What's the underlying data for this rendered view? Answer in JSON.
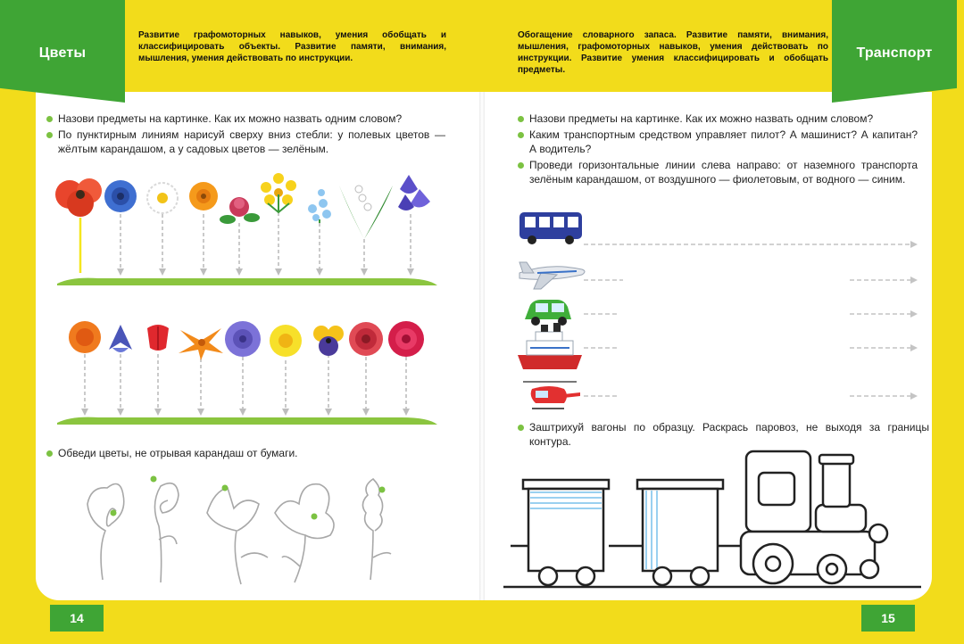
{
  "left_page": {
    "title": "Цветы",
    "goals": "Развитие графомоторных навыков, умения обобщать и классифицировать объекты. Развитие памяти, внимания, мышления, умения действовать по инструкции.",
    "tasks": [
      "Назови предметы на картинке. Как их можно назвать одним словом?",
      "По пунктирным линиям нарисуй сверху вниз стебли: у полевых цветов — жёлтым карандашом, а у садовых цветов — зелёным."
    ],
    "trace_task": "Обведи цветы, не отрывая карандаш от бумаги.",
    "page_number": "14"
  },
  "right_page": {
    "title": "Транспорт",
    "goals": "Обогащение словарного запаса. Развитие памяти, внимания, мышления, графомоторных навыков, умения действовать по инструкции. Развитие умения классифицировать и обобщать предметы.",
    "tasks": [
      "Назови предметы на картинке. Как их можно назвать одним словом?",
      "Каким транспортным средством управляет пилот? А машинист? А капитан? А водитель?",
      "Проведи горизонтальные линии слева направо: от наземного транспорта зелёным карандашом, от воздушного — фиолетовым, от водного — синим."
    ],
    "train_task": "Заштрихуй вагоны по образцу. Раскрась паровоз, не выходя за границы контура.",
    "page_number": "15"
  },
  "colors": {
    "background": "#f2dc1b",
    "green": "#3fa535",
    "bullet": "#7cc242",
    "yellow_stem": "#f5e61d",
    "dashed": "#bdbdbd",
    "hatch_blue": "#9ad0f0"
  },
  "illustrations": {
    "wild_flowers": [
      "poppy",
      "cornflower",
      "chamomile",
      "calendula",
      "clover",
      "st-johns-wort",
      "forget-me-not",
      "lily-of-the-valley",
      "bellflower"
    ],
    "garden_flowers": [
      "aster",
      "iris",
      "tulip",
      "lily",
      "chrysanthemum",
      "daffodil",
      "pansy",
      "rose",
      "peony"
    ],
    "vehicles": [
      "bus",
      "airplane",
      "car",
      "ship",
      "helicopter"
    ]
  }
}
